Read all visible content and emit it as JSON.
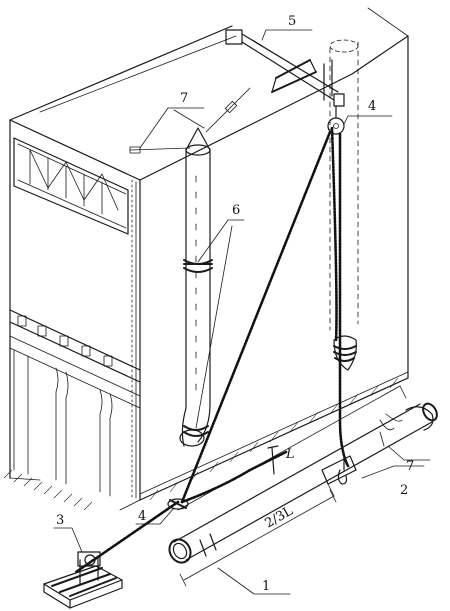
{
  "labels": {
    "l1": "1",
    "l2": "2",
    "l3": "3",
    "l4_top": "4",
    "l4_bottom": "4",
    "l5": "5",
    "l6": "6",
    "l7_top": "7",
    "l7_right": "7",
    "dim_L": "L",
    "dim_23L": "2/3L"
  }
}
